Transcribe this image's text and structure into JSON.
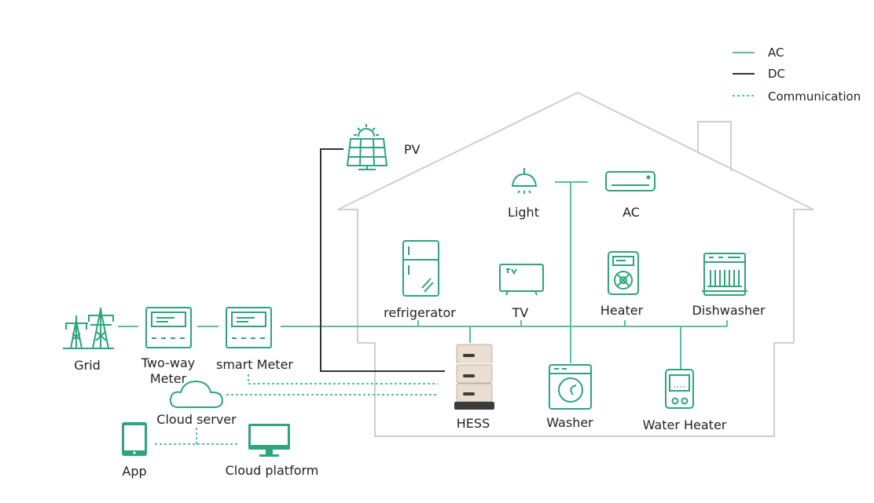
{
  "colors": {
    "ac": "#5cbf97",
    "dc": "#333333",
    "comm": "#5cbf97",
    "house": "#cfcfcf",
    "icon": "#2ea57a",
    "hess_body": "#e9ded0",
    "hess_dark": "#3b3b3b"
  },
  "legend": [
    {
      "label": "AC",
      "style": "solid",
      "color": "#5cbf97"
    },
    {
      "label": "DC",
      "style": "solid",
      "color": "#333333"
    },
    {
      "label": "Communication",
      "style": "dashed",
      "color": "#5cbf97"
    }
  ],
  "nodes": {
    "grid": "Grid",
    "two_way_meter_line1": "Two-way",
    "two_way_meter_line2": "Meter",
    "smart_meter": "smart Meter",
    "cloud_server": "Cloud server",
    "app": "App",
    "cloud_platform": "Cloud platform",
    "pv": "PV",
    "light": "Light",
    "ac": "AC",
    "refrigerator": "refrigerator",
    "tv": "TV",
    "heater": "Heater",
    "dishwasher": "Dishwasher",
    "hess": "HESS",
    "washer": "Washer",
    "water_heater": "Water Heater"
  },
  "icons": {
    "grid": "power-tower-icon",
    "meter": "meter-icon",
    "cloud": "cloud-icon",
    "app": "tablet-icon",
    "platform": "monitor-icon",
    "pv": "solar-panel-icon",
    "light": "lamp-icon",
    "ac": "air-conditioner-icon",
    "fridge": "refrigerator-icon",
    "tv": "tv-icon",
    "heater": "heater-icon",
    "dishwasher": "dishwasher-icon",
    "hess": "battery-storage-icon",
    "washer": "washing-machine-icon",
    "water_heater": "water-heater-icon"
  }
}
